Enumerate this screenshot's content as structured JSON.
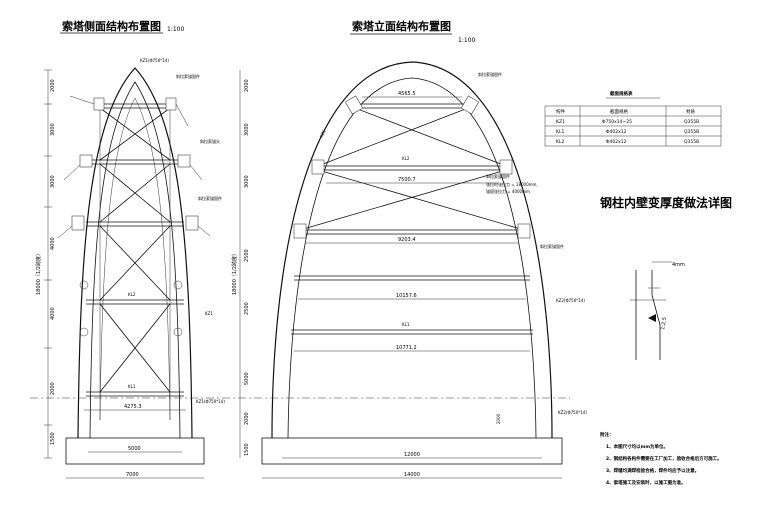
{
  "left_view": {
    "title": "索塔侧面结构布置图",
    "scale": "1:100",
    "dims_left": [
      "2000",
      "3000",
      "3000",
      "4000",
      "4000",
      "2000",
      "1500"
    ],
    "total_height": "18000（1/2跨度）",
    "dims_right": [
      "2000",
      "3000",
      "3000",
      "2500",
      "2500",
      "5000",
      "2000",
      "1500"
    ],
    "labels": {
      "kz1_top": "KZ1(Φ750*14)",
      "anchor1": "斜拉索锚固件",
      "cable1": "斜拉索锚头",
      "anchor2": "斜拉索锚固件",
      "kz1_side": "KZ1",
      "kz1_bottom": "KZ1(Φ750*14)",
      "kl2": "KL2",
      "kl1": "KL1"
    },
    "base_width": "4275.3",
    "base_inner": "5000",
    "base_outer": "7000"
  },
  "front_view": {
    "title": "索塔立面结构布置图",
    "scale": "1:100",
    "widths": [
      "4565.5",
      "7500.7",
      "9203.4",
      "10157.6",
      "10771.2"
    ],
    "labels": {
      "anchor_top": "斜拉索锚固件",
      "cable_ann_1": "斜拉索锚固件",
      "cable_ann_2": "张拉时张拉力 = 18000mm,",
      "cable_ann_3": "锚固张拉力 = 4000mm",
      "anchor_mid": "斜拉索锚固件",
      "kz2_right": "KZ2(Φ750*14)",
      "kz2_bottom": "KZ2(Φ750*14)",
      "kz1": "KZ1",
      "kl2": "KL2",
      "kl1": "KL1",
      "d2000": "2000"
    },
    "base_inner": "12000",
    "base_outer": "14000"
  },
  "section_table": {
    "title": "截面规格表",
    "headers": [
      "构件",
      "截面规格",
      "材质"
    ],
    "rows": [
      [
        "KZ1",
        "Φ750x14~25",
        "Q355B"
      ],
      [
        "KL1",
        "Φ402x12",
        "Q355B"
      ],
      [
        "KL2",
        "Φ402x12",
        "Q355B"
      ]
    ]
  },
  "detail": {
    "title": "钢柱内壁变厚度做法详图",
    "dim": "4mm",
    "slope": "1:2.5"
  },
  "notes": {
    "heading": "附注：",
    "items": [
      "1、本图尺寸均以mm为单位。",
      "2、钢结构各构件需要在工厂加工，验收合格后方可施工。",
      "3、焊缝均满焊检验合格，焊件均应予以注意。",
      "4、索塔施工及安装时，以施工图为准。"
    ]
  }
}
